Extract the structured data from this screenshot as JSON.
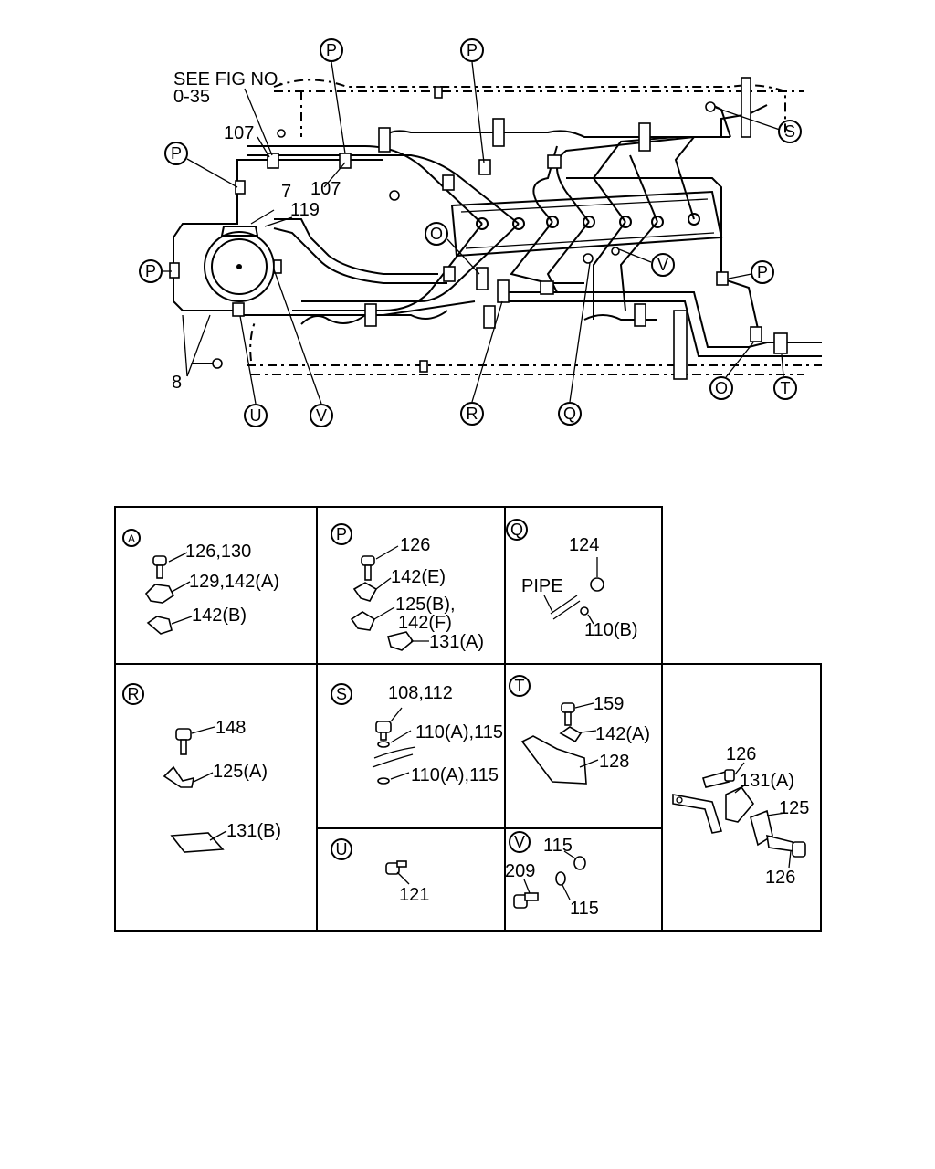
{
  "figure": {
    "see_fig_line1": "SEE FIG NO.",
    "see_fig_line2": "0-35",
    "part_labels": {
      "p107a": "107",
      "p107b": "107",
      "p7": "7",
      "p119": "119",
      "p8": "8"
    },
    "callouts": {
      "c_p1": "P",
      "c_p2": "P",
      "c_p3": "P",
      "c_p4": "P",
      "c_p5": "P",
      "c_s": "S",
      "c_o1": "O",
      "c_o2": "O",
      "c_v1": "V",
      "c_v2": "V",
      "c_u": "U",
      "c_r": "R",
      "c_q": "Q",
      "c_t": "T"
    }
  },
  "detail_table": {
    "cell_a": {
      "letter": "A",
      "labels": [
        "126,130",
        "129,142(A)",
        "142(B)"
      ]
    },
    "cell_p": {
      "letter": "P",
      "labels": [
        "126",
        "142(E)",
        "125(B),",
        "142(F)",
        "131(A)"
      ]
    },
    "cell_q": {
      "letter": "Q",
      "labels": [
        "124",
        "PIPE",
        "110(B)"
      ]
    },
    "cell_r": {
      "letter": "R",
      "labels": [
        "148",
        "125(A)",
        "131(B)"
      ]
    },
    "cell_s": {
      "letter": "S",
      "labels": [
        "108,112",
        "110(A),115",
        "110(A),115"
      ]
    },
    "cell_t": {
      "letter": "T",
      "labels": [
        "159",
        "142(A)",
        "128"
      ]
    },
    "cell_u": {
      "letter": "U",
      "labels": [
        "121"
      ]
    },
    "cell_v": {
      "letter": "V",
      "labels": [
        "115",
        "209",
        "115"
      ]
    },
    "cell_x": {
      "labels": [
        "126",
        "131(A)",
        "125",
        "126"
      ]
    }
  }
}
